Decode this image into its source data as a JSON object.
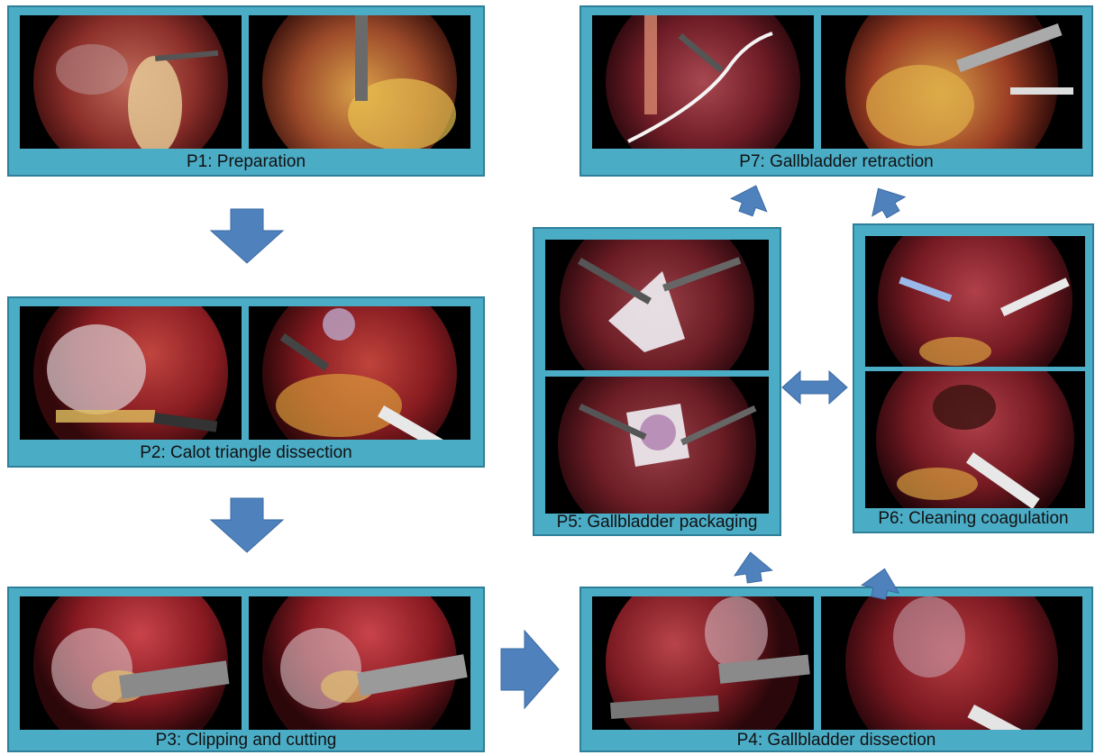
{
  "phases": {
    "p1": {
      "label": "P1: Preparation"
    },
    "p2": {
      "label": "P2: Calot triangle dissection"
    },
    "p3": {
      "label": "P3: Clipping and cutting"
    },
    "p4": {
      "label": "P4: Gallbladder dissection"
    },
    "p5": {
      "label": "P5: Gallbladder packaging"
    },
    "p6": {
      "label": "P6: Cleaning coagulation"
    },
    "p7": {
      "label": "P7: Gallbladder retraction"
    }
  },
  "colors": {
    "box_fill": "#4bacc6",
    "box_border": "#2e7f97",
    "arrow": "#4f81bd",
    "frame_background": "#000000"
  },
  "icons": {
    "frame": "laparoscopic-view-icon",
    "flow": "arrow-icon"
  }
}
